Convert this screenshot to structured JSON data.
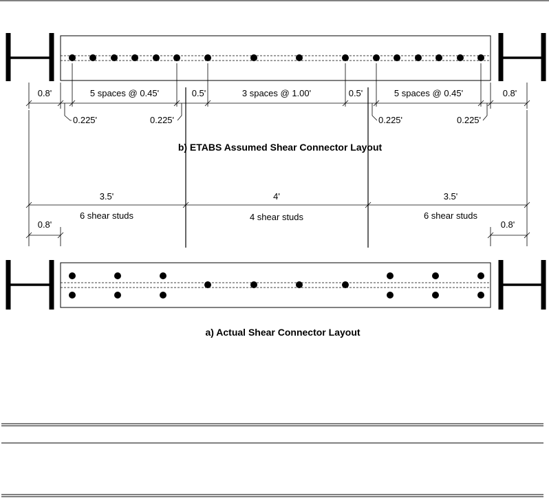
{
  "diagram": {
    "top_layout": {
      "caption": "b) ETABS Assumed  Shear Connector Layout",
      "dims_row1": [
        {
          "key": "end_left",
          "label": "0.8'"
        },
        {
          "key": "group_left",
          "label": "5 spaces @ 0.45'"
        },
        {
          "key": "gap_left",
          "label": "0.5'"
        },
        {
          "key": "group_mid",
          "label": "3 spaces @ 1.00'"
        },
        {
          "key": "gap_right",
          "label": "0.5'"
        },
        {
          "key": "group_right",
          "label": "5 spaces @ 0.45'"
        },
        {
          "key": "end_right",
          "label": "0.8'"
        }
      ],
      "dims_row2": [
        {
          "key": "ll",
          "label": "0.225'"
        },
        {
          "key": "lr",
          "label": "0.225'"
        },
        {
          "key": "rl",
          "label": "0.225'"
        },
        {
          "key": "rr",
          "label": "0.225'"
        }
      ],
      "stud_count": 16
    },
    "middle_dims": {
      "segments": [
        {
          "key": "left",
          "length": "3.5'",
          "studs": "6 shear studs"
        },
        {
          "key": "mid",
          "length": "4'",
          "studs": "4 shear studs"
        },
        {
          "key": "right",
          "length": "3.5'",
          "studs": "6 shear studs"
        }
      ],
      "end_left": "0.8'",
      "end_right": "0.8'"
    },
    "bottom_layout": {
      "caption": "a) Actual Shear Connector Layout",
      "stud_count": 16
    }
  }
}
